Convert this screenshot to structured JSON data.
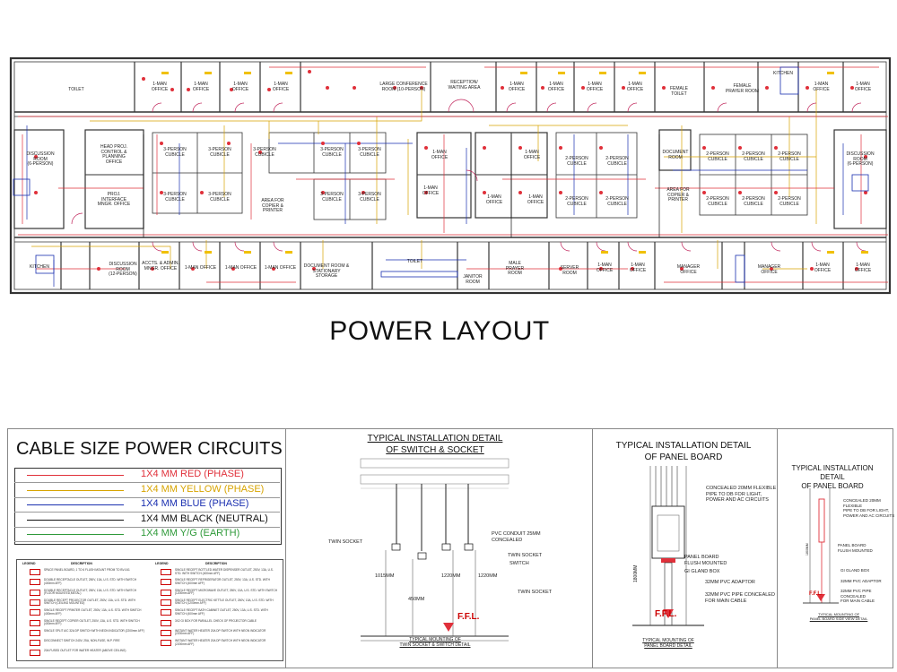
{
  "layout_title": "POWER LAYOUT",
  "rooms": {
    "toilet_top": "TOILET",
    "office_a": "1-MAN\nOFFICE",
    "office_b": "1-MAN\nOFFICE",
    "office_c": "1-MAN\nOFFICE",
    "office_d": "1-MAN\nOFFICE",
    "conference": "LARGE CONFERENCE\nROOM (10-PERSON)",
    "reception": "RECEPTION/\nWAITING AREA",
    "office_e": "1-MAN\nOFFICE",
    "office_f": "1-MAN\nOFFICE",
    "office_g": "1-MAN\nOFFICE",
    "office_h": "1-MAN\nOFFICE",
    "female_toilet": "FEMALE\nTOILET",
    "female_prayer": "FEMALE\nPRAYER ROOM",
    "kitchen_top": "KITCHEN",
    "office_i": "1-MAN\nOFFICE",
    "office_j": "1-MAN\nOFFICE",
    "discussion_left": "DISCUSSION\nROOM\n(6-PERSON)",
    "head_proj": "HEAD PROJ.\nCONTROL &\nPLANNING\nOFFICE",
    "proj_interface": "PROJ.\nINTERFACE\nMNGR. OFFICE",
    "cubicle_1": "3-PERSON\nCUBICLE",
    "cubicle_2": "3-PERSON\nCUBICLE",
    "cubicle_3": "3-PERSON\nCUBICLE",
    "cubicle_4": "3-PERSON\nCUBICLE",
    "cubicle_5": "3-PERSON\nCUBICLE",
    "cubicle_6": "3-PERSON\nCUBICLE",
    "cubicle_7": "3-PERSON\nCUBICLE",
    "cubicle_8": "3-PERSON\nCUBICLE",
    "cubicle_9": "3-PERSON\nCUBICLE",
    "copier_left": "AREA FOR\nCOPIER &\nPRINTER",
    "office_k": "1-MAN\nOFFICE",
    "office_l": "1-MAN\nOFFICE",
    "office_m": "1-MAN\nOFFICE",
    "office_n": "1-MAN\nOFFICE",
    "cubicle_2p_1": "2-PERSON\nCUBICLE",
    "cubicle_2p_2": "2-PERSON\nCUBICLE",
    "cubicle_2p_3": "2-PERSON\nCUBICLE",
    "cubicle_2p_4": "2-PERSON\nCUBICLE",
    "document_room_r": "DOCUMENT\nROOM",
    "copier_right": "AREA FOR\nCOPIER &\nPRINTER",
    "cubicle_2p_5": "2-PERSON\nCUBICLE",
    "cubicle_2p_6": "2-PERSON\nCUBICLE",
    "cubicle_2p_7": "2-PERSON\nCUBICLE",
    "cubicle_2p_8": "2-PERSON\nCUBICLE",
    "cubicle_2p_9": "2-PERSON\nCUBICLE",
    "cubicle_2p_10": "2-PERSON\nCUBICLE",
    "discussion_right": "DISCUSSION\nROOM\n(6-PERSON)",
    "kitchen_bottom": "KITCHEN",
    "discussion_bl": "DISCUSSION\nROOM\n(12-PERSON)",
    "accts": "ACCTS. & ADMIN.\nMNGR. OFFICE",
    "office_o": "1-MAN OFFICE",
    "office_p": "1-MAN OFFICE",
    "office_q": "1-MAN OFFICE",
    "document_stationary": "DOCUMENT ROOM &\nSTATIONARY\nSTORAGE",
    "toilet_bottom": "TOILET",
    "janitor": "JANITOR\nROOM",
    "male_prayer": "MALE\nPRAYER\nROOM",
    "server": "SERVER\nROOM",
    "office_r": "1-MAN\nOFFICE",
    "office_s": "1-MAN\nOFFICE",
    "manager_1": "MANAGER\nOFFICE",
    "manager_2": "MANAGER\nOFFICE",
    "office_t": "1-MAN\nOFFICE",
    "office_u": "1-MAN\nOFFICE"
  },
  "cable": {
    "title": "CABLE SIZE POWER CIRCUITS",
    "rows": [
      {
        "label": "1X4 MM RED (PHASE)",
        "color": "#e0303a"
      },
      {
        "label": "1X4 MM YELLOW (PHASE)",
        "color": "#d8a400"
      },
      {
        "label": "1X4 MM BLUE (PHASE)",
        "color": "#1a2fb0"
      },
      {
        "label": "1X4 MM BLACK (NEUTRAL)",
        "color": "#111111"
      },
      {
        "label": "1X4 MM Y/G (EARTH)",
        "color": "#2f9a3a"
      }
    ]
  },
  "legend": {
    "h_legend": "LEGEND",
    "h_desc": "DESCRIPTION",
    "left": [
      "SPACE PANEL BOARD, 1 TO 6 FLUSH MOUNT FROM TO BV-041",
      "DOUBLE RECEPTACLE OUTLET, 250V, 13A, U.S. STD. WITH SWITCH (400mm AFF)",
      "DOUBLE RECEPTACLE OUTLET, 250V, 13A, U.S. STD. WITH SWITCH (FLOOR MOUNTED,METAL)",
      "DOUBLE RECEPT PROJECTOR OUTLET, 250V, 13A, U.S. STD. WITH SWITCH (CEILING MOUNTED)",
      "SINGLE RECEPT PRINTER OUTLET, 250V, 13A, U.S. STD. WITH SWITCH (400mm AFF)",
      "SINGLE RECEPT COPIER OUTLET, 250V, 13A, U.S. STD. WITH SWITCH (400mm AFF)",
      "SINGLE SPLIT A/C 32A DP SWITCH WITH NEON INDICATOR (2200mm AFF)",
      "DISCONNECT SWITCH 240V, 25A, NON-FUSE, W.P. FIRE",
      "20A FUSED OUTLET FOR WATER HEATER (ABOVE CEILING)"
    ],
    "right": [
      "SINGLE RECEPT BOTTLED WATER DISPENSER OUTLET, 250V, 13A, U.S. STD. WITH SWITCH (400mm AFF)",
      "SINGLE RECEPT REFRIGERATOR OUTLET, 250V, 13A, U.S. STD. WITH SWITCH (400mm AFF)",
      "SINGLE RECEPT MICROWAVE OUTLET, 250V, 13A, U.S. STD. WITH SWITCH (1200mm AFF)",
      "SINGLE RECEPT ELECTRIC KETTLE OUTLET, 250V, 13A, U.S. STD. WITH SWITCH (1200mm AFF)",
      "SINGLE RECEPT BATH CABINET OUTLET, 250V, 13A, U.S. STD. WITH SWITCH (400mm AFF)",
      "3X2 GI BOX FOR PARALLEL CHECK OF PROJECTOR CABLE",
      "INSTANT WATER HEATER 20A DP SWITCH WITH NEON INDICATOR (2200mm AFF)",
      "INSTANT WATER HEATER 20A DP SWITCH WITH NEON INDICATOR (2200mm AFF)"
    ]
  },
  "detail_switch": {
    "title": "TYPICAL INSTALLATION DETAIL\nOF SWITCH & SOCKET",
    "twin_socket_left": "TWIN SOCKET",
    "pvc_conduit": "PVC CONDUIT 25MM\nCONCEALED",
    "twin_socket_mid": "TWIN SOCKET",
    "switch": "SWITCH",
    "twin_socket_right": "TWIN SOCKET",
    "dim_1015": "1015MM",
    "dim_1220a": "1220MM",
    "dim_1220b": "1220MM",
    "dim_450": "450MM",
    "ffl": "F.F.L.",
    "caption": "TYPICAL MOUNTING OF\nTWIN SOCKET & SWITCH DETAIL"
  },
  "detail_panel": {
    "title": "TYPICAL INSTALLATION DETAIL\nOF PANEL BOARD",
    "flex_pipe": "CONCEALED 20MM FLEXIBLE\nPIPE TO DB FOR LIGHT,\nPOWER AND AC CIRCUITS",
    "panel_board": "PANEL BOARD\nFLUSH MOUNTED",
    "gi_gland": "GI GLAND BOX",
    "pvc_adaptor": "32MM PVC ADAPTOR",
    "pvc_pipe": "32MM PVC PIPE CONCEALED\nFOR MAIN CABLE",
    "dim_1800": "1800MM",
    "ffl": "F.F.L.",
    "caption": "TYPICAL MOUNTING OF\nPANEL BOARD DETAIL"
  },
  "detail_panel_small": {
    "title": "TYPICAL INSTALLATION DETAIL\nOF PANEL BOARD",
    "flex_pipe": "CONCEALED 20MM FLEXIBLE\nPIPE TO DB FOR LIGHT,\nPOWER AND AC CIRCUITS",
    "panel_board": "PANEL BOARD\nFLUSH MOUNTED",
    "gi_gland": "GI GLAND BOX",
    "pvc_adaptor": "32MM PVC ADAPTOR",
    "pvc_pipe": "32MM PVC PIPE CONCEALED\nFOR MAIN CABLE",
    "dim_1800": "1800MM",
    "ffl": "F.F.L.",
    "caption": "TYPICAL MOUNTING OF\nPANEL BOARD SIDE VIEW DETAIL"
  }
}
